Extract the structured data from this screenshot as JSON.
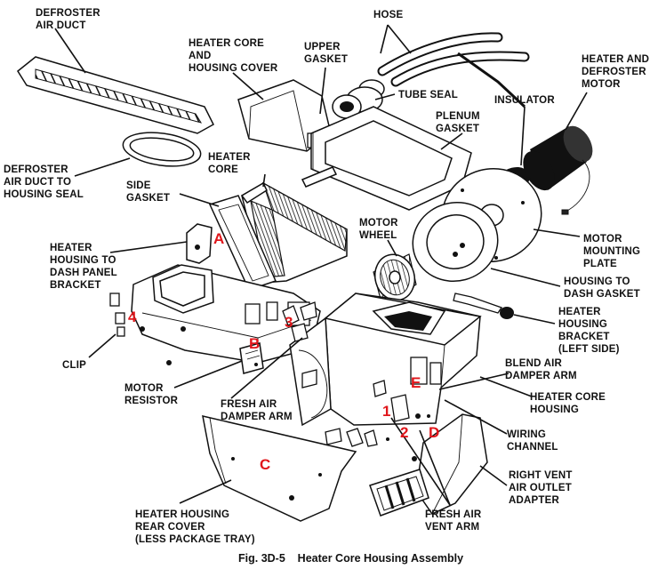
{
  "caption": "Fig. 3D-5    Heater Core Housing Assembly",
  "labels": {
    "defroster_air_duct": [
      "DEFROSTER",
      "AIR DUCT"
    ],
    "heater_core_cover": [
      "HEATER CORE",
      "AND",
      "HOUSING COVER"
    ],
    "upper_gasket": [
      "UPPER",
      "GASKET"
    ],
    "hose": [
      "HOSE"
    ],
    "heater_defroster_motor": [
      "HEATER AND",
      "DEFROSTER",
      "MOTOR"
    ],
    "tube_seal": [
      "TUBE SEAL"
    ],
    "insulator": [
      "INSULATOR"
    ],
    "plenum_gasket": [
      "PLENUM",
      "GASKET"
    ],
    "heater_core": [
      "HEATER",
      "CORE"
    ],
    "defroster_seal": [
      "DEFROSTER",
      "AIR DUCT TO",
      "HOUSING SEAL"
    ],
    "side_gasket": [
      "SIDE",
      "GASKET"
    ],
    "motor_wheel": [
      "MOTOR",
      "WHEEL"
    ],
    "motor_mounting_plate": [
      "MOTOR",
      "MOUNTING",
      "PLATE"
    ],
    "dash_bracket": [
      "HEATER",
      "HOUSING TO",
      "DASH PANEL",
      "BRACKET"
    ],
    "housing_dash_gasket": [
      "HOUSING TO",
      "DASH GASKET"
    ],
    "housing_bracket_left": [
      "HEATER",
      "HOUSING",
      "BRACKET",
      "(LEFT SIDE)"
    ],
    "clip": [
      "CLIP"
    ],
    "blend_air_arm": [
      "BLEND AIR",
      "DAMPER ARM"
    ],
    "motor_resistor": [
      "MOTOR",
      "RESISTOR"
    ],
    "heater_core_housing": [
      "HEATER CORE",
      "HOUSING"
    ],
    "fresh_air_damper_arm": [
      "FRESH AIR",
      "DAMPER ARM"
    ],
    "wiring_channel": [
      "WIRING",
      "CHANNEL"
    ],
    "right_vent_adapter": [
      "RIGHT VENT",
      "AIR OUTLET",
      "ADAPTER"
    ],
    "rear_cover": [
      "HEATER HOUSING",
      "REAR COVER",
      "(LESS PACKAGE TRAY)"
    ],
    "fresh_air_vent_arm": [
      "FRESH AIR",
      "VENT ARM"
    ]
  },
  "markers": {
    "A": "A",
    "B": "B",
    "C": "C",
    "D": "D",
    "E": "E",
    "n1": "1",
    "n2": "2",
    "n3": "3",
    "n4": "4"
  },
  "marker_color": "#e0161b"
}
